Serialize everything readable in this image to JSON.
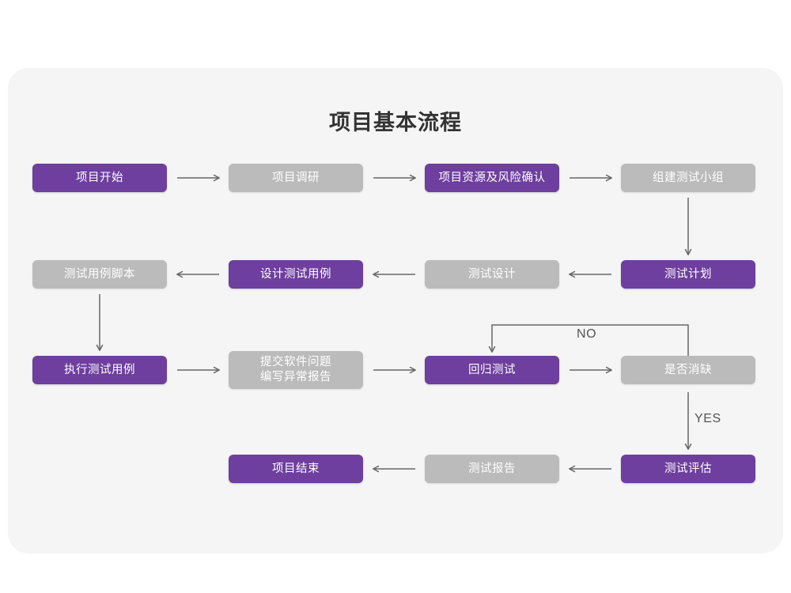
{
  "diagram": {
    "title": "项目基本流程",
    "colors": {
      "accent_purple": "#6e3f9e",
      "muted_gray": "#bbbbbb",
      "card_background": "#f5f5f5",
      "page_background": "#ffffff",
      "connector": "#666666",
      "title_text": "#333333",
      "node_text": "#ffffff"
    },
    "nodes": [
      {
        "id": "n1",
        "label": "项目开始",
        "style": "purple",
        "row": 1,
        "col": 1
      },
      {
        "id": "n2",
        "label": "项目调研",
        "style": "gray",
        "row": 1,
        "col": 2
      },
      {
        "id": "n3",
        "label": "项目资源及风险确认",
        "style": "purple",
        "row": 1,
        "col": 3
      },
      {
        "id": "n4",
        "label": "组建测试小组",
        "style": "gray",
        "row": 1,
        "col": 4
      },
      {
        "id": "n5",
        "label": "测试用例脚本",
        "style": "gray",
        "row": 2,
        "col": 1
      },
      {
        "id": "n6",
        "label": "设计测试用例",
        "style": "purple",
        "row": 2,
        "col": 2
      },
      {
        "id": "n7",
        "label": "测试设计",
        "style": "gray",
        "row": 2,
        "col": 3
      },
      {
        "id": "n8",
        "label": "测试计划",
        "style": "purple",
        "row": 2,
        "col": 4
      },
      {
        "id": "n9",
        "label": "执行测试用例",
        "style": "purple",
        "row": 3,
        "col": 1
      },
      {
        "id": "n10",
        "label": "提交软件问题\n编写异常报告",
        "style": "gray",
        "row": 3,
        "col": 2
      },
      {
        "id": "n11",
        "label": "回归测试",
        "style": "purple",
        "row": 3,
        "col": 3
      },
      {
        "id": "n12",
        "label": "是否消缺",
        "style": "gray",
        "row": 3,
        "col": 4
      },
      {
        "id": "n13",
        "label": "项目结束",
        "style": "purple",
        "row": 4,
        "col": 2
      },
      {
        "id": "n14",
        "label": "测试报告",
        "style": "gray",
        "row": 4,
        "col": 3
      },
      {
        "id": "n15",
        "label": "测试评估",
        "style": "purple",
        "row": 4,
        "col": 4
      }
    ],
    "edge_labels": {
      "no": "NO",
      "yes": "YES"
    },
    "edges": [
      {
        "from": "n1",
        "to": "n2",
        "direction": "right"
      },
      {
        "from": "n2",
        "to": "n3",
        "direction": "right"
      },
      {
        "from": "n3",
        "to": "n4",
        "direction": "right"
      },
      {
        "from": "n4",
        "to": "n8",
        "direction": "down"
      },
      {
        "from": "n8",
        "to": "n7",
        "direction": "left"
      },
      {
        "from": "n7",
        "to": "n6",
        "direction": "left"
      },
      {
        "from": "n6",
        "to": "n5",
        "direction": "left"
      },
      {
        "from": "n5",
        "to": "n9",
        "direction": "down"
      },
      {
        "from": "n9",
        "to": "n10",
        "direction": "right"
      },
      {
        "from": "n10",
        "to": "n11",
        "direction": "right"
      },
      {
        "from": "n11",
        "to": "n12",
        "direction": "right"
      },
      {
        "from": "n12",
        "to": "n11",
        "direction": "loop-up-left",
        "label": "NO"
      },
      {
        "from": "n12",
        "to": "n15",
        "direction": "down",
        "label": "YES"
      },
      {
        "from": "n15",
        "to": "n14",
        "direction": "left"
      },
      {
        "from": "n14",
        "to": "n13",
        "direction": "left"
      }
    ]
  }
}
